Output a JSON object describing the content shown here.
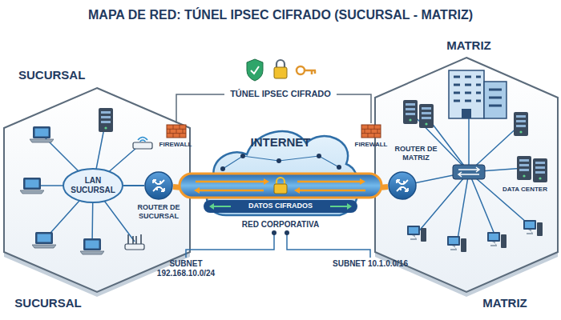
{
  "diagram": {
    "title": "MAPA DE RED: TÚNEL IPSEC CIFRADO (SUCURSAL - MATRIZ)",
    "nodes": [
      {
        "text": [
          "SUCURSAL"
        ]
      },
      {
        "text": [
          "LAN SUCURSAL"
        ],
        "in": 0
      },
      {
        "text": [
          "ROUTER DE SUCURSAL"
        ],
        "in": 0
      },
      {
        "text": [
          "INTERNET"
        ]
      },
      {
        "text": [
          "DATOS CIFRADOS"
        ]
      },
      {
        "text": [
          "MATRIZ"
        ]
      },
      {
        "text": [
          "ROUTER DE MATRIZ"
        ],
        "in": 5
      }
    ],
    "edges": [
      {
        "from": 1,
        "to": 2,
        "arrow": "none"
      },
      {
        "from": 2,
        "to": 4,
        "arrow": "none"
      },
      {
        "from": 4,
        "to": 6,
        "arrow": "none"
      }
    ],
    "labels": [
      "TÚNEL IPSEC CIFRADO",
      "FIREWALL",
      "FIREWALL",
      "RED CORPORATIVA",
      "DATA CENTER",
      "SUBNET 192.168.10.0/24",
      "SUBNET 10.1.0.0/16",
      "SUCURSAL",
      "MATRIZ"
    ]
  }
}
